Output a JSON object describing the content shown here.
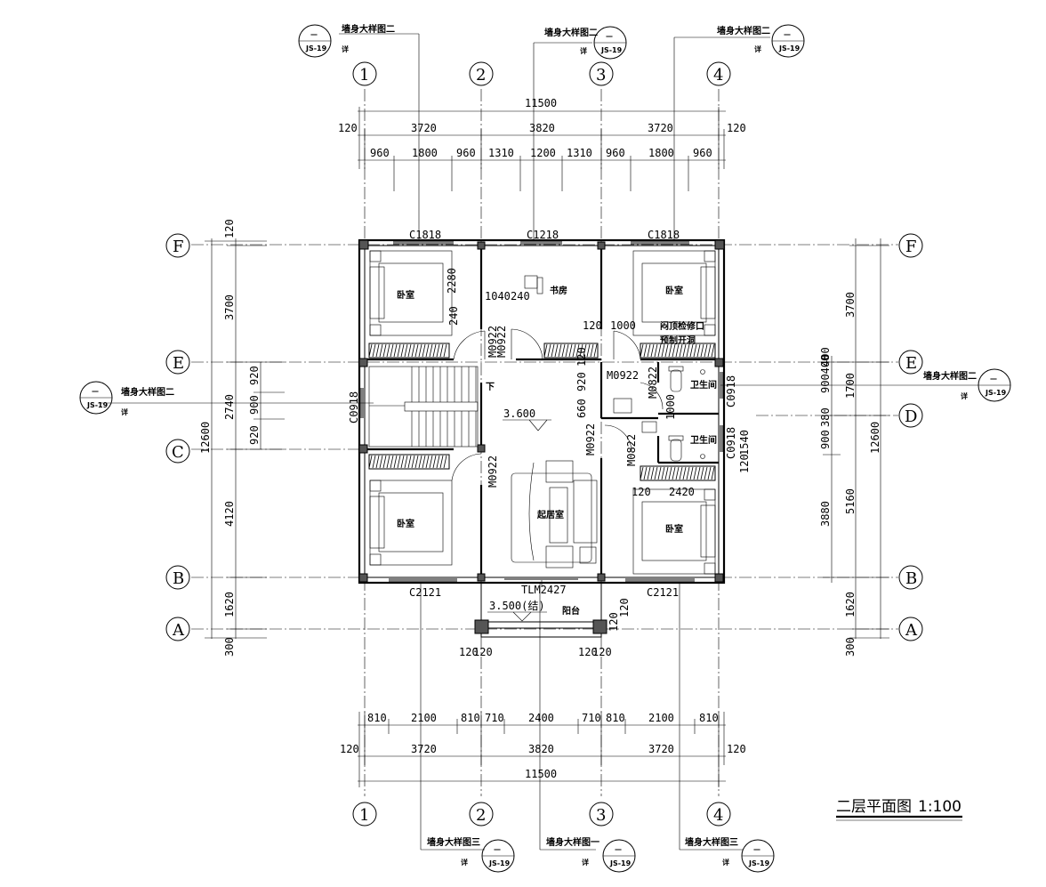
{
  "title": "二层平面图",
  "scale": "1:100",
  "axes_num": [
    "1",
    "2",
    "3",
    "4"
  ],
  "axes_let": [
    "F",
    "E",
    "D",
    "C",
    "B",
    "A"
  ],
  "dims": {
    "total": "11500",
    "bay": "3720",
    "mid": "3820",
    "wall": "120",
    "t960": "960",
    "t1800": "1800",
    "t1310": "1310",
    "t1200": "1200",
    "b810": "810",
    "b2100": "2100",
    "b710": "710",
    "b2400": "2400",
    "L3700": "3700",
    "L2740": "2740",
    "L4120": "4120",
    "L1620": "1620",
    "L300": "300",
    "L12600": "12600",
    "L920": "920",
    "L900": "900",
    "L120": "120",
    "R1700": "1700",
    "R3880": "3880",
    "R5160": "5160",
    "R900": "900",
    "R1540": "1540",
    "R400": "400",
    "R380": "380",
    "R900400": "900400"
  },
  "labels": {
    "bedroom": "卧室",
    "study": "书房",
    "living": "起居室",
    "bath": "卫生间",
    "balcony": "阳台",
    "down": "下",
    "elev": "3.600",
    "elev2": "3.500(结)",
    "ceiling1": "闷顶检修口",
    "ceiling2": "预制开洞",
    "w1": "C1818",
    "w2": "C1218",
    "w3": "C2121",
    "w4": "C0918",
    "w5": "C0918",
    "w6": "C0918",
    "d1": "M0922",
    "d2": "M0922",
    "d3": "M0922",
    "d4": "M0822",
    "d5": "M0822",
    "d6": "M0922",
    "door": "TLM2427",
    "n1040": "1040",
    "n240": "240",
    "n2280": "2280",
    "n1000": "1000",
    "n2420": "2420",
    "n920": "920",
    "n660": "660",
    "n120": "120",
    "ref2": "墙身大样图二",
    "ref3": "墙身大样图三",
    "ref1": "墙身大样图一",
    "detail": "详",
    "sheet": "JS-19",
    "dash": "—"
  }
}
